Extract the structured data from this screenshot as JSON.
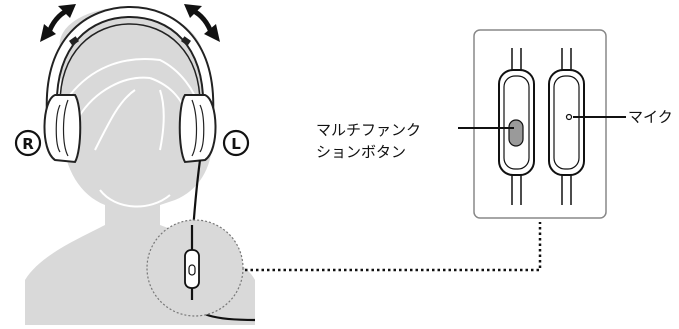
{
  "labels": {
    "right": "R",
    "left": "L",
    "multi_function_button_line1": "マルチファンク",
    "multi_function_button_line2": "ションボタン",
    "microphone": "マイク"
  },
  "colors": {
    "head_fill": "#d9d9d9",
    "headphone_outline": "#222222",
    "headphone_fill": "#ffffff",
    "inset_border": "#888888",
    "zoom_circle_fill": "#d9d9d9",
    "button_fill": "#9a9a9a"
  },
  "icons": {
    "adjust_arrow": "curved-double-arrow-icon",
    "right_marker": "circled-r-icon",
    "left_marker": "circled-l-icon"
  }
}
